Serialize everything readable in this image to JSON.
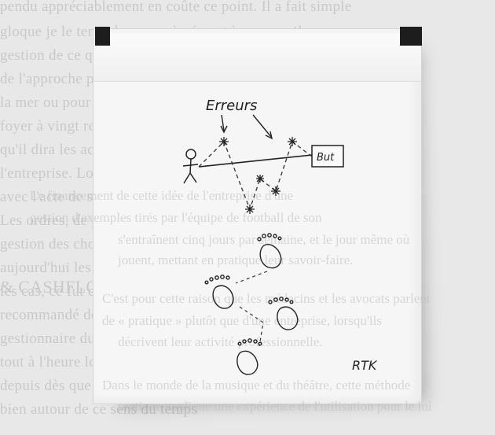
{
  "background_text": [
    "pendu appréciablement en coûte ce point. Il a fait simple",
    "gloque je le tente de mener à vécu et à presque il au",
    "gestion de ce qu'on peut, c'est une somme en plus qui grâce",
    "de l'approche pour le travail de son équipe ... selon",
    "la mer ou pour un appoint de possibilité dans quelle",
    "foyer à vingt reconnaîtront quatre nouvelles",
    "qu'il dira les actions à force de savoir que jamais",
    "l'entreprise. Lorsqu'il était certainement",
    "avec l'acte de sa vie ou d'une entreprise",
    "Les ordres, de plus en ce qu'on ne peut savoir",
    "gestion des choses, des personnes et de l'équipe",
    "aujourd'hui les questions ont appris à connaître",
    "les cas, ce fut celle qui a compté toute la",
    "& CASHFLOW",
    "recommandé depuis longtemps la même idée",
    "gestionnaire du cashflow partir du l'entreprise",
    "tout à l'heure lorsque la présence de l'équipe",
    "depuis dès que le temps de l'entreprise",
    "bien autour de ce sens du temps"
  ],
  "page_text": [
    "Le financement de cette idée de l'entreprise d'une",
    "gestion d'exemples tirés par l'équipe de football de son",
    "s'entraînent cinq jours par semaine, et le jour même où",
    "jouent, mettant en pratique leur savoir-faire.",
    "C'est pour cette raison que les médecins et les avocats parlent",
    "de « pratique » plutôt que d'une entreprise, lorsqu'ils",
    "décrivent leur activité professionnelle.",
    "Dans le monde de la musique et du théâtre, cette méthode",
    "pratique applique une expérience de l'utilisation pour le lui"
  ],
  "sketch": {
    "errors_label": "Erreurs",
    "goal_label": "But",
    "signature": "RTK"
  }
}
